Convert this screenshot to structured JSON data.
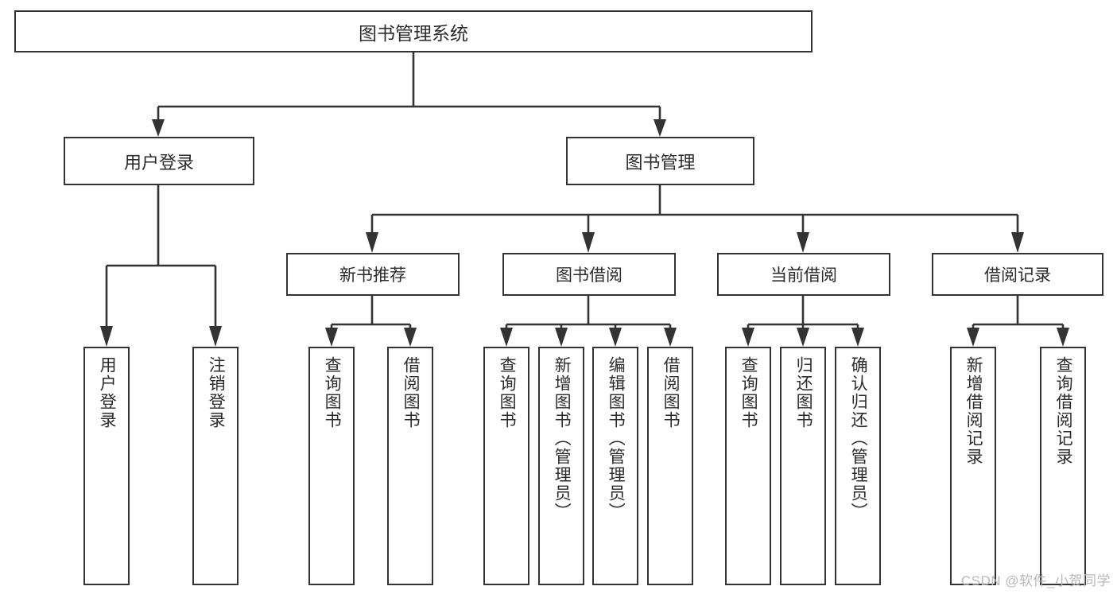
{
  "diagram": {
    "type": "tree-hierarchy",
    "title": "图书管理系统",
    "colors": {
      "line": "#333333",
      "box_border": "#333333",
      "box_fill": "#ffffff",
      "text": "#2b2b2b",
      "background": "#fefefe",
      "watermark": "#b9b9b9"
    },
    "root": {
      "label": "图书管理系统"
    },
    "level1": [
      {
        "label": "用户登录"
      },
      {
        "label": "图书管理"
      }
    ],
    "level2": [
      {
        "label": "新书推荐"
      },
      {
        "label": "图书借阅"
      },
      {
        "label": "当前借阅"
      },
      {
        "label": "借阅记录"
      }
    ],
    "leaves": {
      "user_login": [
        {
          "label": "用户登录"
        },
        {
          "label": "注销登录"
        }
      ],
      "new_book_recommend": [
        {
          "label": "查询图书"
        },
        {
          "label": "借阅图书"
        }
      ],
      "book_borrow": [
        {
          "label": "查询图书"
        },
        {
          "label": "新增图书（管理员）"
        },
        {
          "label": "编辑图书（管理员）"
        },
        {
          "label": "借阅图书"
        }
      ],
      "current_borrow": [
        {
          "label": "查询图书"
        },
        {
          "label": "归还图书"
        },
        {
          "label": "确认归还（管理员）"
        }
      ],
      "borrow_record": [
        {
          "label": "新增借阅记录"
        },
        {
          "label": "查询借阅记录"
        }
      ]
    }
  },
  "watermark": {
    "text": "CSDN @软件_小贺同学"
  }
}
